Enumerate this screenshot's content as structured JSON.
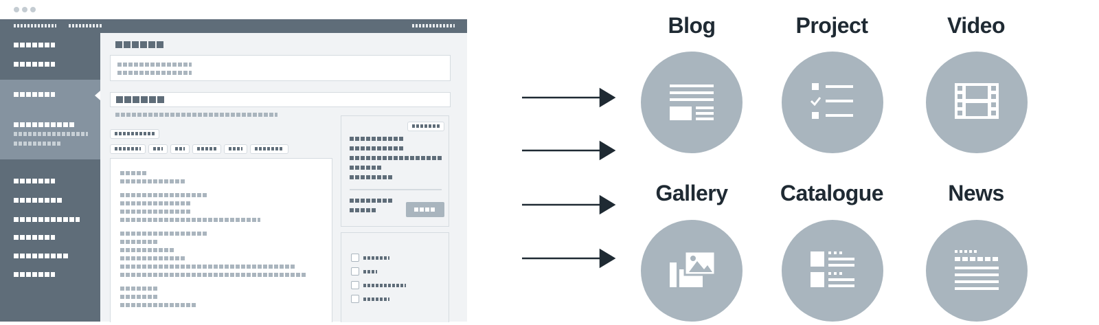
{
  "content_types": [
    {
      "label": "Blog",
      "icon": "article-icon"
    },
    {
      "label": "Project",
      "icon": "checklist-icon"
    },
    {
      "label": "Video",
      "icon": "film-icon"
    },
    {
      "label": "Gallery",
      "icon": "images-icon"
    },
    {
      "label": "Catalogue",
      "icon": "catalogue-icon"
    },
    {
      "label": "News",
      "icon": "news-icon"
    }
  ],
  "colors": {
    "sidebar": "#5f6d79",
    "sidebar_active": "#8593a0",
    "icon_circle": "#a9b5be",
    "arrow": "#1f2a33",
    "label": "#1f2a33"
  }
}
